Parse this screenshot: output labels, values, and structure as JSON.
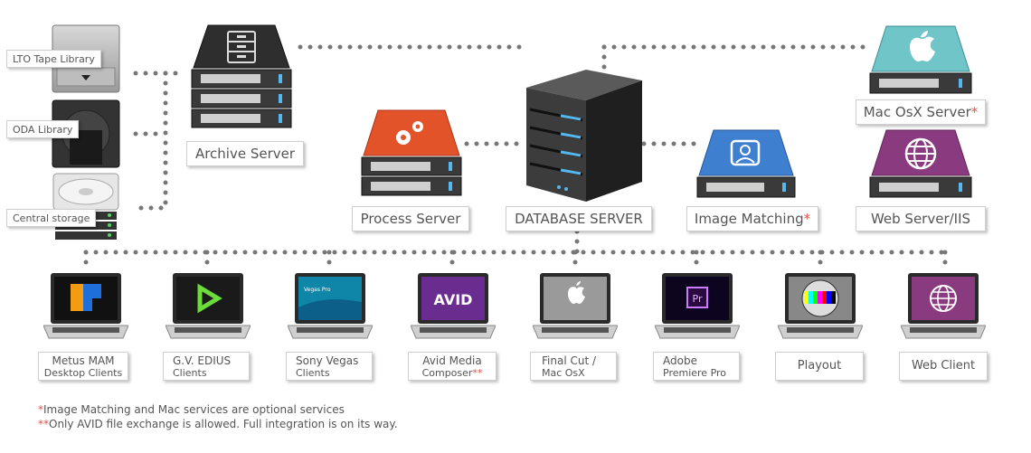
{
  "storage": {
    "lto_label": "LTO Tape Library",
    "oda_label": "ODA Library",
    "central_label": "Central storage"
  },
  "servers": {
    "archive": "Archive Server",
    "process": "Process Server",
    "database": "DATABASE SERVER",
    "image_matching": "Image Matching",
    "mac": "Mac OsX Server",
    "web": "Web Server/IIS",
    "star": "*"
  },
  "clients": [
    {
      "line1": "Metus MAM",
      "line2": "Desktop Clients",
      "mark": ""
    },
    {
      "line1": "G.V. EDIUS",
      "line2": "Clients",
      "mark": ""
    },
    {
      "line1": "Sony Vegas",
      "line2": "Clients",
      "mark": ""
    },
    {
      "line1": "Avid Media",
      "line2": "Composer",
      "mark": "**"
    },
    {
      "line1": "Final Cut /",
      "line2": "Mac OsX",
      "mark": ""
    },
    {
      "line1": "Adobe",
      "line2": "Premiere Pro",
      "mark": ""
    },
    {
      "line1": "Playout",
      "line2": "",
      "mark": ""
    },
    {
      "line1": "Web Client",
      "line2": "",
      "mark": ""
    }
  ],
  "screen_text": {
    "avid": "AVID",
    "premiere": "Pr",
    "vegas": "Vegas Pro"
  },
  "notes": {
    "note1_mark": "*",
    "note1": "Image Matching and Mac services are optional services",
    "note2_mark": "**",
    "note2": "Only AVID file exchange is allowed. Full integration is on its way."
  },
  "colors": {
    "process": "#e2532a",
    "image_matching": "#3f7fd0",
    "mac": "#6fc5c8",
    "web": "#8a3a7e",
    "dark": "#2b2b2b",
    "dots": "#777777",
    "star": "#e2534c"
  }
}
